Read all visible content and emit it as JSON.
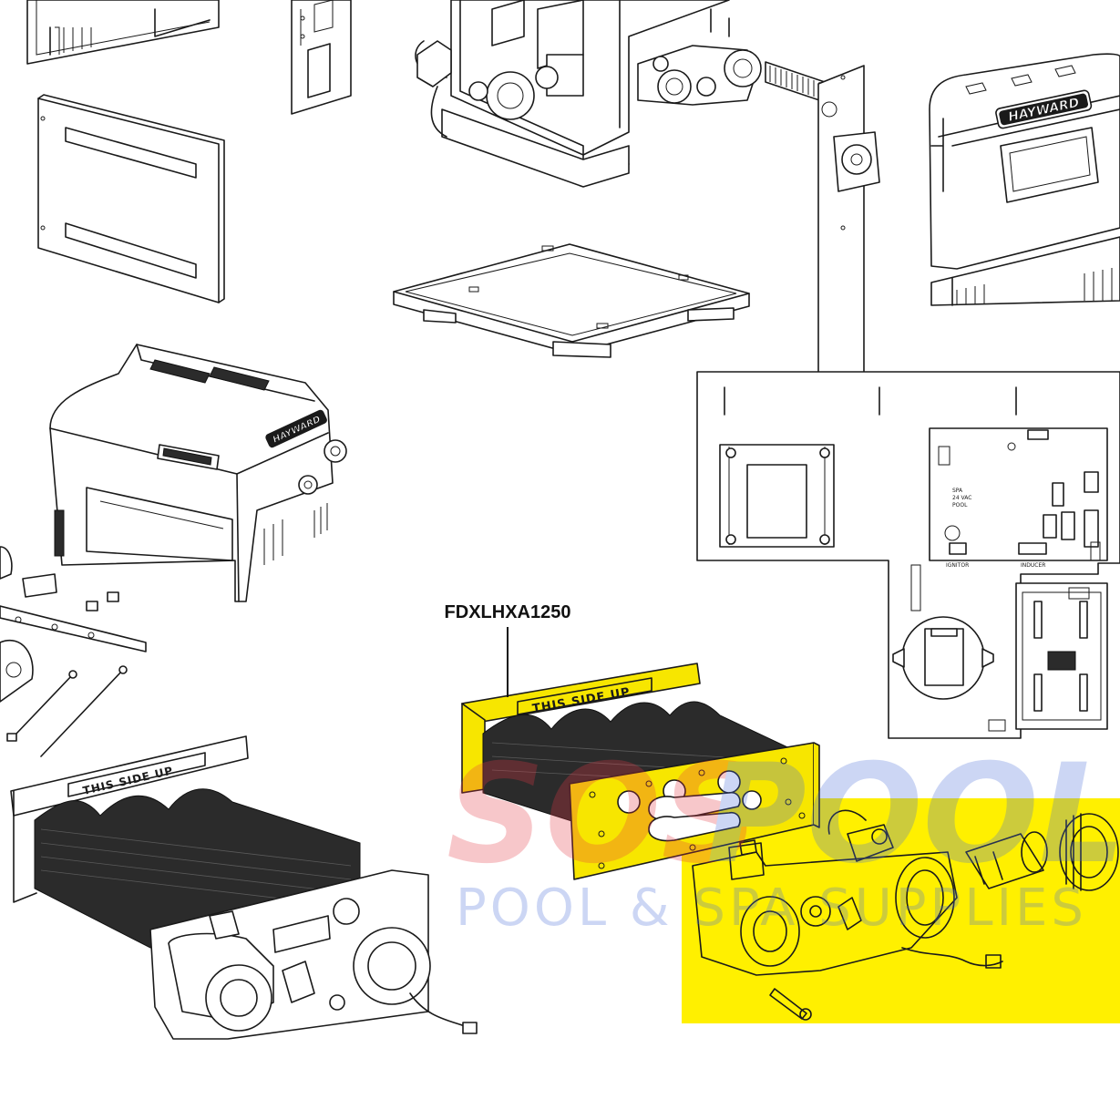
{
  "callout": {
    "part_number": "FDXLHXA1250"
  },
  "labels": {
    "this_side_up": "THIS SIDE UP",
    "brand": "HAYWARD"
  },
  "watermark": {
    "brand_sos": "SOS",
    "brand_pool": "POOL",
    "tagline": "POOL & SPA SUPPLIES",
    "sos_color": "#e63946",
    "pool_color": "#4a6fd8"
  },
  "colors": {
    "highlight": "#f7e600",
    "highlight_box": "#fff000",
    "line": "#1a1a1a"
  }
}
